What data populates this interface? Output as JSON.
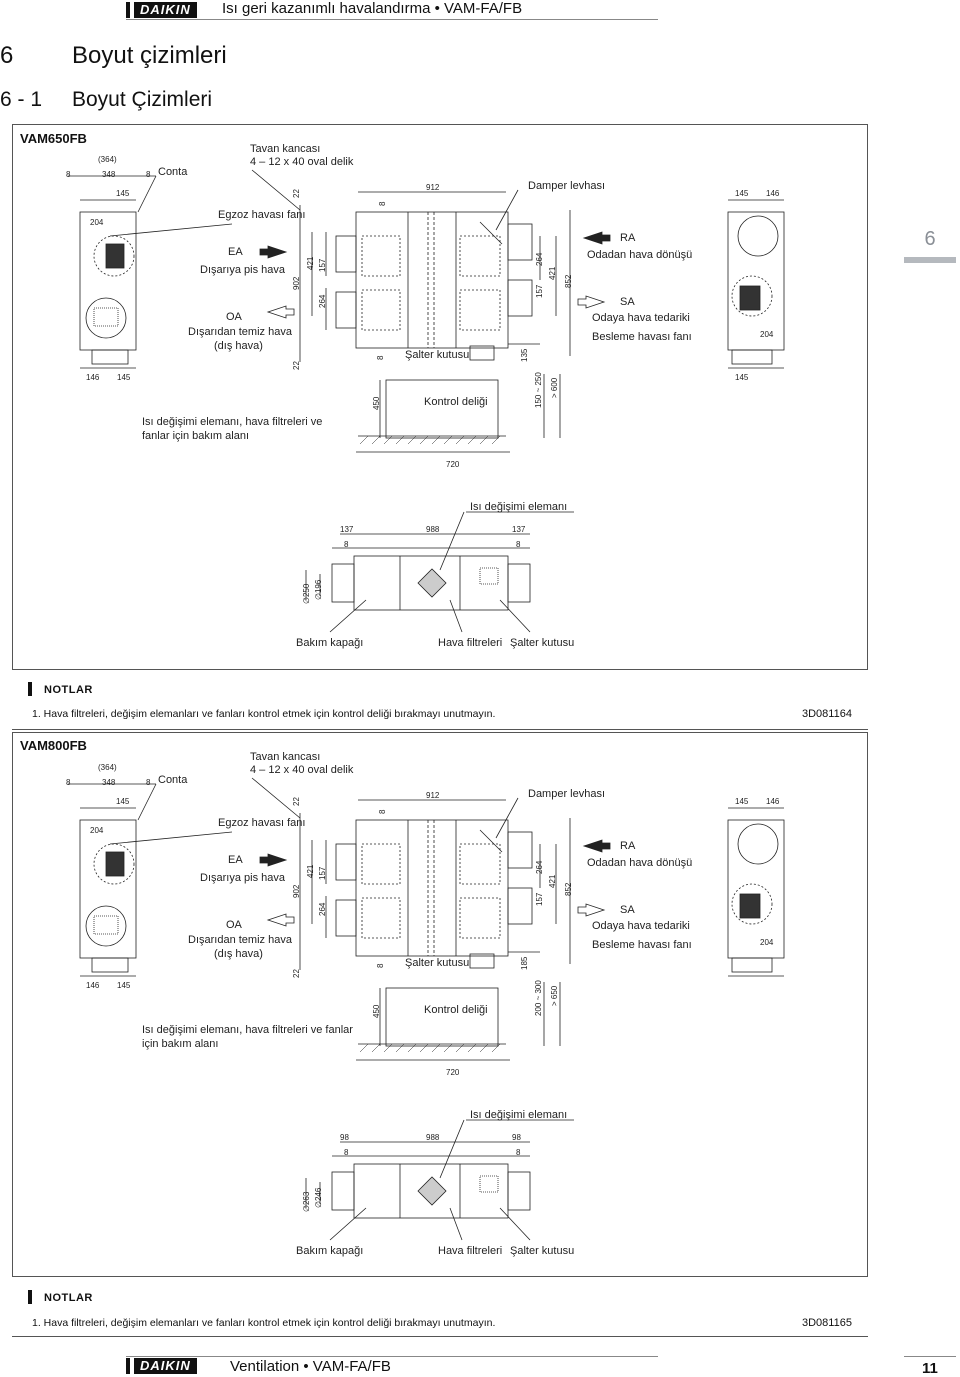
{
  "header": {
    "logo": "DAIKIN",
    "title": "Isı geri kazanımlı havalandırma • VAM-FA/FB"
  },
  "section": {
    "number": "6",
    "title": "Boyut çizimleri",
    "sub_number": "6 - 1",
    "sub_title": "Boyut Çizimleri"
  },
  "side_tab": "6",
  "drawings": [
    {
      "model": "VAM650FB",
      "labels": {
        "conta": "Conta",
        "tavan": "Tavan kancası",
        "tavan2": "4 – 12 x 40 oval delik",
        "egzoz": "Egzoz havası fanı",
        "ea": "EA",
        "ea2": "Dışarıya pis hava",
        "oa": "OA",
        "oa2": "Dışarıdan temiz hava",
        "oa3": "(dış hava)",
        "damper": "Damper levhası",
        "ra": "RA",
        "ra2": "Odadan hava dönüşü",
        "sa": "SA",
        "sa2": "Odaya hava tedariki",
        "besleme": "Besleme havası fanı",
        "salter": "Şalter kutusu",
        "kontrol": "Kontrol deliği",
        "bakim_alani": "Isı değişimi elemanı, hava filtreleri ve",
        "bakim_alani2": "fanlar için bakım alanı",
        "isi": "Isı değişimi elemanı",
        "bakim_kapagi": "Bakım kapağı",
        "filtre": "Hava filtreleri",
        "salter2": "Şalter kutusu"
      },
      "dims": {
        "d364": "(364)",
        "d8a": "8",
        "d348": "348",
        "d8b": "8",
        "d145a": "145",
        "d204a": "204",
        "d146": "146",
        "d145b": "145",
        "d22a": "22",
        "d902": "902",
        "d421": "421",
        "d157": "157",
        "d264": "264",
        "d22b": "22",
        "d912": "912",
        "d8c": "8",
        "d8d": "8",
        "d264b": "264",
        "d157b": "157",
        "d421b": "421",
        "d852": "852",
        "d135": "135",
        "d145c": "145",
        "d146b": "146",
        "d204b": "204",
        "d145d": "145",
        "d450": "450",
        "d150": "150 ~ 250",
        "d600": "> 600",
        "d720": "720",
        "d137a": "137",
        "d988": "988",
        "d137b": "137",
        "d8e": "8",
        "d8f": "8",
        "d250": "∅250",
        "d196": "∅196"
      },
      "notes_title": "NOTLAR",
      "note": "1.  Hava filtreleri, değişim elemanları ve fanları kontrol etmek için kontrol deliği bırakmayı unutmayın.",
      "code": "3D081164"
    },
    {
      "model": "VAM800FB",
      "labels": {
        "conta": "Conta",
        "tavan": "Tavan kancası",
        "tavan2": "4 – 12 x 40 oval delik",
        "egzoz": "Egzoz havası fanı",
        "ea": "EA",
        "ea2": "Dışarıya pis hava",
        "oa": "OA",
        "oa2": "Dışarıdan temiz hava",
        "oa3": "(dış hava)",
        "damper": "Damper levhası",
        "ra": "RA",
        "ra2": "Odadan hava dönüşü",
        "sa": "SA",
        "sa2": "Odaya hava tedariki",
        "besleme": "Besleme havası fanı",
        "salter": "Şalter kutusu",
        "kontrol": "Kontrol deliği",
        "bakim_alani": "Isı değişimi elemanı, hava filtreleri ve fanlar",
        "bakim_alani2": "için bakım alanı",
        "isi": "Isı değişimi elemanı",
        "bakim_kapagi": "Bakım kapağı",
        "filtre": "Hava filtreleri",
        "salter2": "Şalter kutusu"
      },
      "dims": {
        "d364": "(364)",
        "d8a": "8",
        "d348": "348",
        "d8b": "8",
        "d145a": "145",
        "d204a": "204",
        "d146": "146",
        "d145b": "145",
        "d22a": "22",
        "d902": "902",
        "d421": "421",
        "d157": "157",
        "d264": "264",
        "d22b": "22",
        "d912": "912",
        "d8c": "8",
        "d8d": "8",
        "d264b": "264",
        "d157b": "157",
        "d421b": "421",
        "d852": "852",
        "d135": "185",
        "d145c": "145",
        "d146b": "146",
        "d204b": "204",
        "d145d": "",
        "d450": "450",
        "d150": "200 ~ 300",
        "d600": "> 650",
        "d720": "720",
        "d137a": "98",
        "d988": "988",
        "d137b": "98",
        "d8e": "8",
        "d8f": "8",
        "d250": "∅263",
        "d196": "∅246"
      },
      "notes_title": "NOTLAR",
      "note": "1.  Hava filtreleri, değişim elemanları ve fanları kontrol etmek için kontrol deliği bırakmayı unutmayın.",
      "code": "3D081165"
    }
  ],
  "footer": {
    "logo": "DAIKIN",
    "title": "Ventilation • VAM-FA/FB",
    "page": "11"
  }
}
